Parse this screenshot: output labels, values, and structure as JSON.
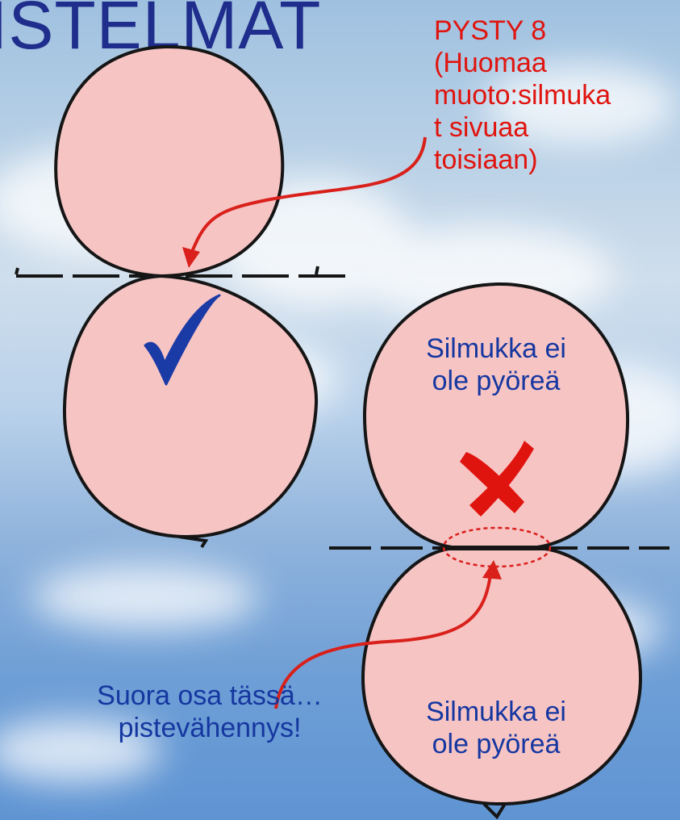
{
  "title": "ISTELMAT",
  "note": {
    "lines": [
      "PYSTY 8",
      "(Huomaa",
      "muoto:silmuka",
      "t sivuaa",
      "toisiaan)"
    ],
    "color": "#e0140e"
  },
  "labels": {
    "top_right": [
      "Silmukka ei",
      "ole pyöreä"
    ],
    "bottom_right": [
      "Silmukka ei",
      "ole pyöreä"
    ],
    "bottom_left": [
      "Suora osa tässä…",
      "pistevähennys!"
    ]
  },
  "marks": {
    "correct": "check-mark-icon",
    "wrong": "cross-mark-icon"
  },
  "colors": {
    "loop_fill": "#f7c4c4",
    "outline": "#151515",
    "title_blue": "#1f2d8c",
    "label_blue": "#1537a0",
    "check_blue": "#1a3aa6",
    "cross_red": "#e0140e"
  }
}
